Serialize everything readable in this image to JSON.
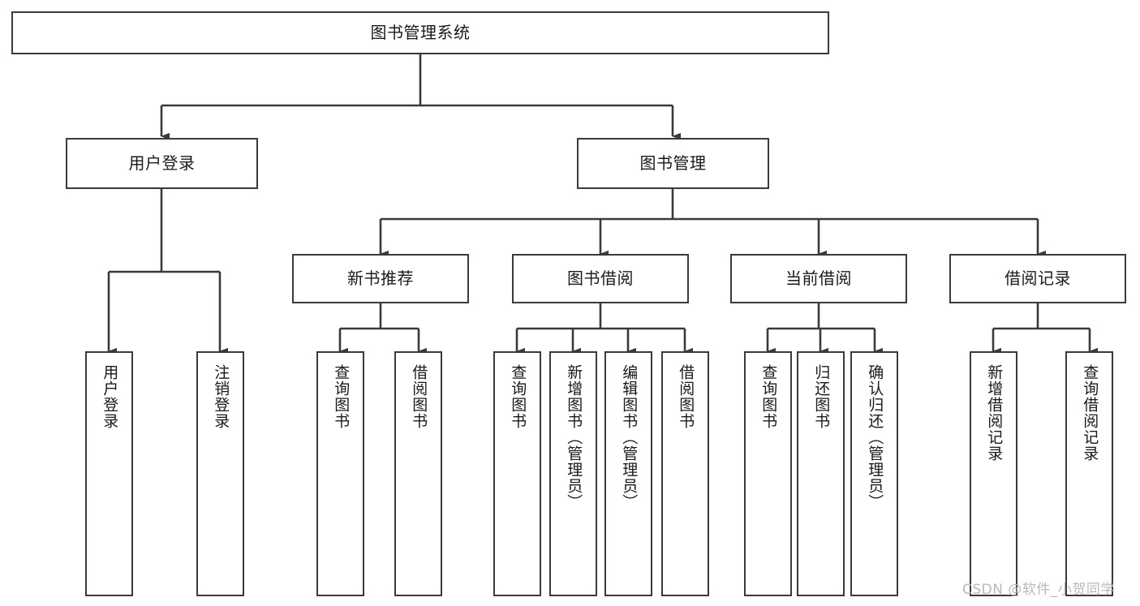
{
  "diagram": {
    "type": "tree-hierarchy",
    "title": "图书管理系统",
    "root": {
      "id": "root",
      "label": "图书管理系统"
    },
    "level1": [
      {
        "id": "user-login",
        "label": "用户登录"
      },
      {
        "id": "book-management",
        "label": "图书管理"
      }
    ],
    "level2": [
      {
        "id": "new-book-recommend",
        "label": "新书推荐",
        "parent": "book-management"
      },
      {
        "id": "book-borrow",
        "label": "图书借阅",
        "parent": "book-management"
      },
      {
        "id": "current-borrow",
        "label": "当前借阅",
        "parent": "book-management"
      },
      {
        "id": "borrow-record",
        "label": "借阅记录",
        "parent": "book-management"
      }
    ],
    "leaves": [
      {
        "id": "leaf-user-login",
        "label": "用户登录",
        "parent": "user-login"
      },
      {
        "id": "leaf-logout-login",
        "label": "注销登录",
        "parent": "user-login"
      },
      {
        "id": "leaf-query-book-1",
        "label": "查询图书",
        "parent": "new-book-recommend"
      },
      {
        "id": "leaf-borrow-book-1",
        "label": "借阅图书",
        "parent": "new-book-recommend"
      },
      {
        "id": "leaf-query-book-2",
        "label": "查询图书",
        "parent": "book-borrow"
      },
      {
        "id": "leaf-add-book",
        "label": "新增图书（管理员）",
        "parent": "book-borrow"
      },
      {
        "id": "leaf-edit-book",
        "label": "编辑图书（管理员）",
        "parent": "book-borrow"
      },
      {
        "id": "leaf-borrow-book-2",
        "label": "借阅图书",
        "parent": "book-borrow"
      },
      {
        "id": "leaf-query-book-3",
        "label": "查询图书",
        "parent": "current-borrow"
      },
      {
        "id": "leaf-return-book",
        "label": "归还图书",
        "parent": "current-borrow"
      },
      {
        "id": "leaf-confirm-return",
        "label": "确认归还（管理员）",
        "parent": "current-borrow"
      },
      {
        "id": "leaf-add-borrow-record",
        "label": "新增借阅记录",
        "parent": "borrow-record"
      },
      {
        "id": "leaf-query-borrow-record",
        "label": "查询借阅记录",
        "parent": "borrow-record"
      }
    ],
    "colors": {
      "border": "#3a3a3a",
      "background": "#ffffff",
      "text": "#1a1a1a",
      "watermark": "#b9b9b9"
    }
  },
  "watermark": {
    "text": "CSDN @软件_小贺同学"
  }
}
